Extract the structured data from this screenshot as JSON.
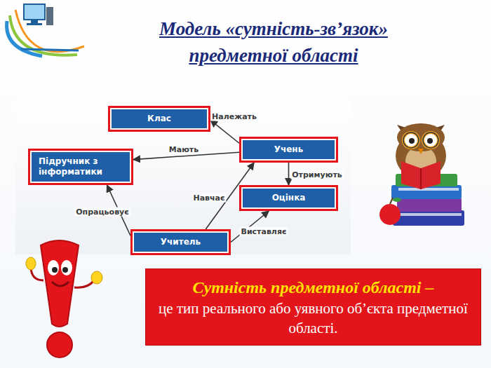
{
  "diagram": {
    "title": "Модель «сутність-зв’язок» предметної області",
    "nodes": [
      {
        "text": [
          "Клас"
        ]
      },
      {
        "text": [
          "Підручник з інформатики"
        ]
      },
      {
        "text": [
          "Учень"
        ]
      },
      {
        "text": [
          "Оцінка"
        ]
      },
      {
        "text": [
          "Учитель"
        ]
      },
      {
        "text": [
          "Сутність предметної області –",
          "це тип реального або уявного об’єкта предметної області."
        ]
      }
    ],
    "edges": [
      {
        "from": 2,
        "to": 0,
        "label": "Належать",
        "arrow": "to"
      },
      {
        "from": 2,
        "to": 1,
        "label": "Мають",
        "arrow": "to"
      },
      {
        "from": 2,
        "to": 3,
        "label": "Отримують",
        "arrow": "to"
      },
      {
        "from": 4,
        "to": 2,
        "label": "Навчає",
        "arrow": "to"
      },
      {
        "from": 4,
        "to": 1,
        "label": "Опрацьовує",
        "arrow": "to"
      },
      {
        "from": 4,
        "to": 3,
        "label": "Виставляє",
        "arrow": "to"
      }
    ]
  }
}
